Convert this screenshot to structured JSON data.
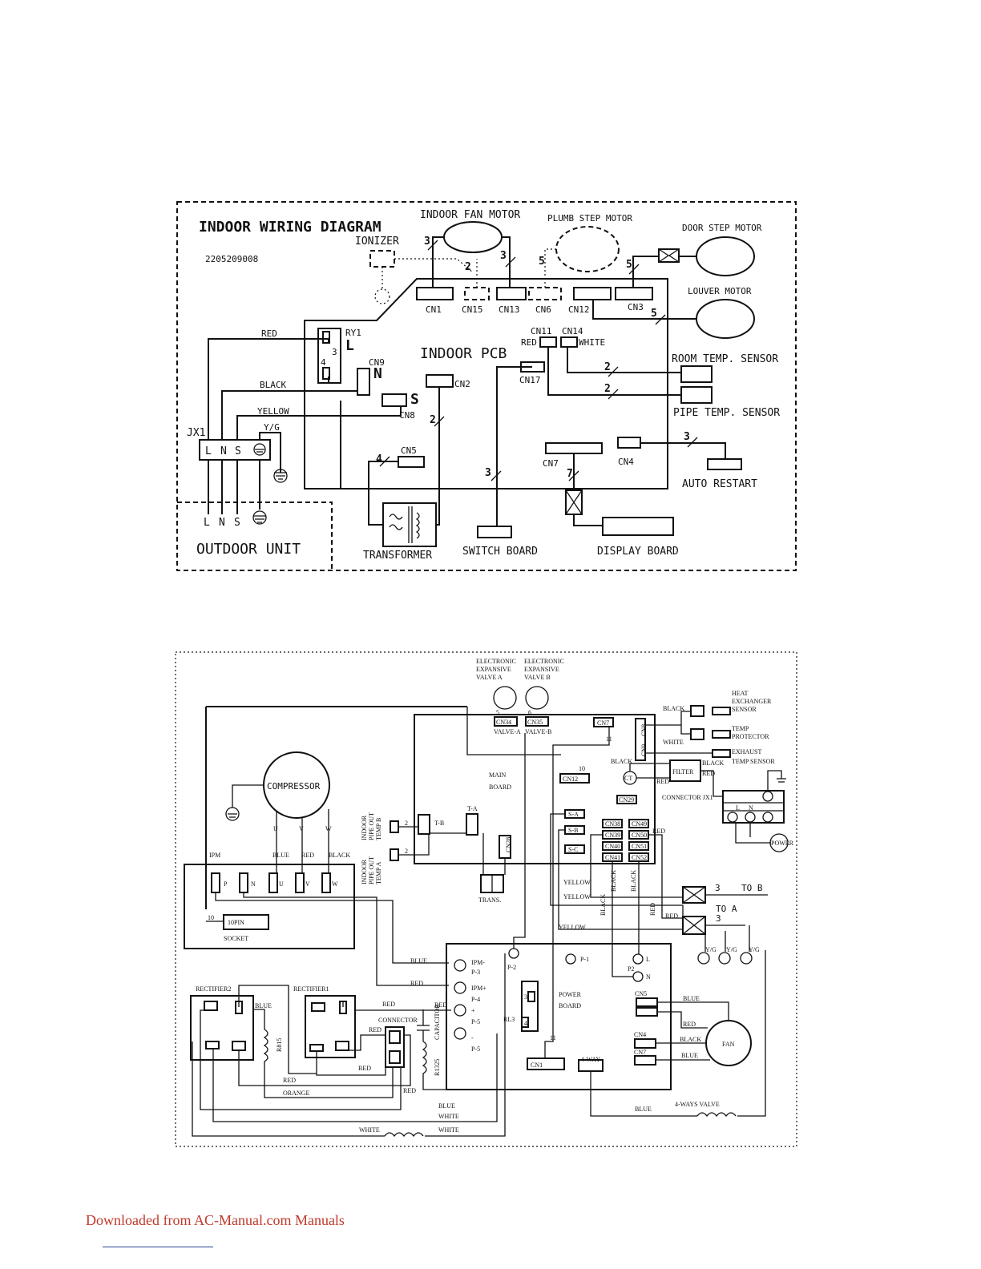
{
  "indoor": {
    "title": "INDOOR WIRING DIAGRAM",
    "code": "2205209008",
    "ionizer": "IONIZER",
    "fan_motor": "INDOOR FAN MOTOR",
    "plumb_motor": "PLUMB STEP MOTOR",
    "door_motor": "DOOR STEP MOTOR",
    "louver_motor": "LOUVER MOTOR",
    "pcb": "INDOOR PCB",
    "connectors": {
      "cn1": "CN1",
      "cn15": "CN15",
      "cn13": "CN13",
      "cn6": "CN6",
      "cn12": "CN12",
      "cn3": "CN3",
      "cn11": "CN11",
      "cn14": "CN14",
      "cn9": "CN9",
      "cn8": "CN8",
      "cn2": "CN2",
      "cn17": "CN17",
      "cn5": "CN5",
      "cn7": "CN7",
      "cn4": "CN4"
    },
    "ry1": "RY1",
    "term_l": "L",
    "term_n": "N",
    "term_s": "S",
    "pin3": "3",
    "pin4": "4",
    "jx1": "JX1",
    "red": "RED",
    "white": "WHITE",
    "black": "BLACK",
    "yellow": "YELLOW",
    "yg": "Y/G",
    "room_sensor": "ROOM TEMP. SENSOR",
    "pipe_sensor": "PIPE TEMP. SENSOR",
    "auto_restart": "AUTO RESTART",
    "outdoor_unit": "OUTDOOR UNIT",
    "transformer": "TRANSFORMER",
    "switch_board": "SWITCH BOARD",
    "display_board": "DISPLAY BOARD",
    "wire_counts": {
      "n3a": "3",
      "n3b": "3",
      "n2a": "2",
      "n5a": "5",
      "n5b": "5",
      "n5c": "5",
      "n2b": "2",
      "n2c": "2",
      "n2d": "2",
      "n4": "4",
      "n3c": "3",
      "n7": "7",
      "n3d": "3"
    }
  },
  "outdoor": {
    "eev_a": [
      "ELECTRONIC",
      "EXPANSIVE",
      "VALVE A"
    ],
    "eev_b": [
      "ELECTRONIC",
      "EXPANSIVE",
      "VALVE B"
    ],
    "cn34": "CN34",
    "cn35": "CN35",
    "valve_a": "VALVE-A",
    "valve_b": "VALVE-B",
    "cn7": "CN7",
    "cn12": "CN12",
    "cn8": "CN8",
    "cn9": "CN9",
    "cn28": "CN28",
    "cn29": "CN29",
    "cn38": "CN38",
    "cn39": "CN39",
    "cn40": "CN40",
    "cn41": "CN41",
    "cn49": "CN49",
    "cn50": "CN50",
    "cn51": "CN51",
    "cn52": "CN52",
    "main_board": [
      "MAIN",
      "BOARD"
    ],
    "compressor": "COMPRESSOR",
    "heat_exchanger": [
      "HEAT",
      "EXCHANGER",
      "SENSOR"
    ],
    "temp_protector": [
      "TEMP",
      "PROTECTOR"
    ],
    "exhaust": [
      "EXHAUST",
      "TEMP SENSOR"
    ],
    "filter": "FILTER",
    "ct": "CT",
    "connector_jx1": "CONNECTOR JX1",
    "power": "POWER",
    "l": "L",
    "n": "N",
    "sa": "S-A",
    "sb": "S-B",
    "sc": "S-C",
    "ta": "T-A",
    "tb": "T-B",
    "trans": "TRANS.",
    "indoor_pipe_b": [
      "INDOOR",
      "PIPE OUT",
      "TEMP B"
    ],
    "indoor_pipe_a": [
      "INDOOR",
      "PIPE OUT",
      "TEMP A"
    ],
    "to_b": "TO  B",
    "to_a": "TO  A",
    "ipm": "IPM",
    "p": "P",
    "nn": "N",
    "u": "U",
    "v": "V",
    "ww": "W",
    "socket_pin": "10PIN",
    "socket": "SOCKET",
    "ipm_p3": [
      "IPM-",
      "P-3"
    ],
    "ipm_p4": [
      "IPM+",
      "P-4"
    ],
    "p5a": [
      "+",
      "P-5"
    ],
    "p5b": [
      "-",
      "P-5"
    ],
    "p2": "P-2",
    "p1": "P-1",
    "p2b": "P2",
    "power_board": [
      "POWER",
      "BOARD"
    ],
    "rl3": "RL3",
    "cn1": "CN1",
    "four_way": "4-WAY",
    "four_ways_valve": "4-WAYS VALVE",
    "cn5": "CN5",
    "cn4": "CN4",
    "cn7b": "CN7",
    "fan": "FAN",
    "rectifier1": "RECTIFIER1",
    "rectifier2": "RECTIFIER2",
    "connector": "CONNECTOR",
    "reactor": "R815",
    "reactor2": "R1325",
    "capacitor": "CAPACITOR",
    "colors": {
      "blue": "BLUE",
      "red": "RED",
      "black": "BLACK",
      "white": "WHITE",
      "yellow": "YELLOW",
      "orange": "ORANGE",
      "yg": "Y/G"
    },
    "nums": {
      "n10": "10",
      "n11": "11",
      "n2": "2",
      "n3": "3",
      "n5": "5",
      "n6": "6",
      "n1": "1",
      "n2b": "2",
      "n3b": "3",
      "n4": "4"
    }
  },
  "footer": "Downloaded from AC-Manual.com Manuals"
}
